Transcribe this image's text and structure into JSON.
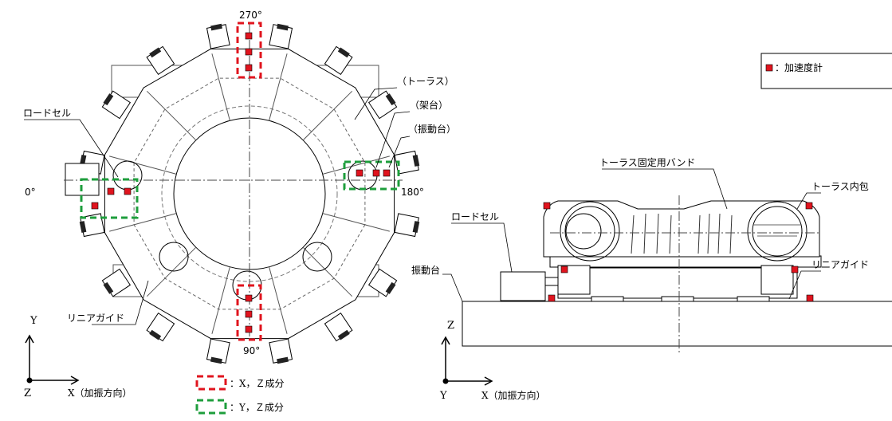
{
  "legend": {
    "marker_label": "：加速度計"
  },
  "left_view": {
    "angle_270": "270°",
    "angle_180": "180°",
    "angle_90": "90°",
    "angle_0": "0°",
    "torus": "（トーラス）",
    "frame": "（架台）",
    "shake_table": "（振動台）",
    "load_cell": "ロードセル",
    "linear_guide": "リニアガイド",
    "axis_y": "Y",
    "axis_x": "X（加振方向）",
    "axis_z": "Z",
    "box_red_label": "：X，Ｚ成分",
    "box_green_label": "：Y，Ｚ成分"
  },
  "right_view": {
    "band": "トーラス固定用バンド",
    "torus_inner": "トーラス内包",
    "load_cell": "ロードセル",
    "shake_table": "振動台",
    "linear_guide": "リニアガイド",
    "axis_z": "Z",
    "axis_x": "X（加振方向）",
    "axis_y": "Y"
  },
  "colors": {
    "accelerometer": "#e0141e",
    "xz_box": "#e0141e",
    "yz_box": "#1e9e3c",
    "line": "#000000"
  }
}
